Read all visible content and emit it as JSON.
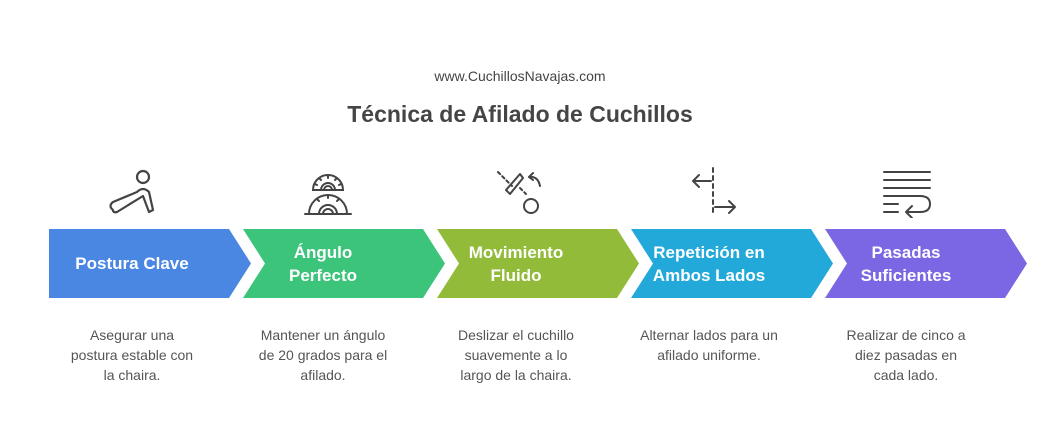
{
  "header": {
    "url": "www.CuchillosNavajas.com",
    "title": "Técnica de Afilado de Cuchillos"
  },
  "steps": [
    {
      "label": "Postura Clave",
      "description": "Asegurar una postura estable con la chaira.",
      "color": "#4a87e3",
      "icon": "person-stretch-icon"
    },
    {
      "label": "Ángulo Perfecto",
      "description": "Mantener un ángulo de 20 grados para el afilado.",
      "color": "#3cc47b",
      "icon": "protractor-icon"
    },
    {
      "label": "Movimiento Fluido",
      "description": "Deslizar el cuchillo suavemente a lo largo de la chaira.",
      "color": "#93bb3a",
      "icon": "knife-motion-icon"
    },
    {
      "label": "Repetición en Ambos Lados",
      "description": "Alternar lados para un afilado uniforme.",
      "color": "#23a9d9",
      "icon": "alternate-arrows-icon"
    },
    {
      "label": "Pasadas Suficientes",
      "description": "Realizar de cinco a diez pasadas en cada lado.",
      "color": "#7b66e3",
      "icon": "text-wrap-icon"
    }
  ]
}
